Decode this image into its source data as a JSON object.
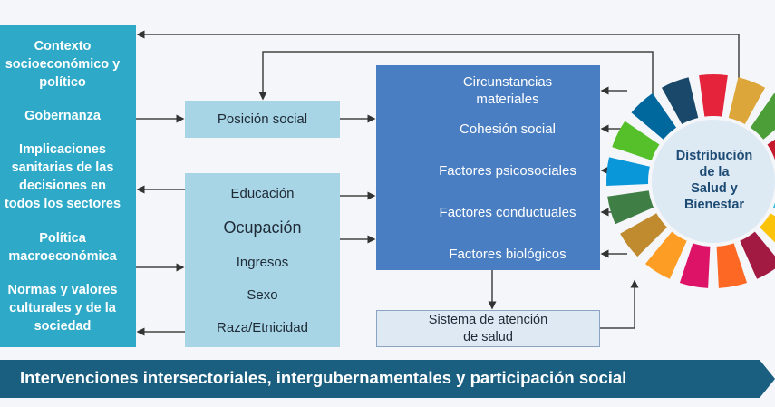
{
  "context_box": {
    "items": [
      "Contexto\nsocioeconómico y\npolítico",
      "Gobernanza",
      "Implicaciones\nsanitarias de las\ndecisiones en\ntodos los sectores",
      "Política\nmacroeconómica",
      "Normas y valores\nculturales y de la\nsociedad"
    ]
  },
  "social_position": "Posición social",
  "stratifiers": [
    "Educación",
    "Ocupación",
    "Ingresos",
    "Sexo",
    "Raza/Etnicidad"
  ],
  "intermediary": [
    "Circunstancias\nmateriales",
    "Cohesión social",
    "Factores psicosociales",
    "Factores conductuales",
    "Factores biológicos"
  ],
  "health_system": "Sistema de atención\nde salud",
  "wheel": {
    "label": "Distribución\nde la\nSalud y\nBienestar",
    "colors": [
      "#e5243b",
      "#dda63a",
      "#4c9f38",
      "#c5192d",
      "#ff3a21",
      "#26bde2",
      "#fcc30b",
      "#a21942",
      "#fd6925",
      "#dd1367",
      "#fd9d24",
      "#bf8b2e",
      "#3f7e44",
      "#0a97d9",
      "#56c02b",
      "#00689d",
      "#19486a"
    ]
  },
  "banner": {
    "text": "Intervenciones intersectoriales, intergubernamentales y participación social",
    "color": "#1a5f80"
  },
  "colors": {
    "context": "#2eaac8",
    "light": "#a7d5e6",
    "intermediary": "#4a7ec2"
  }
}
